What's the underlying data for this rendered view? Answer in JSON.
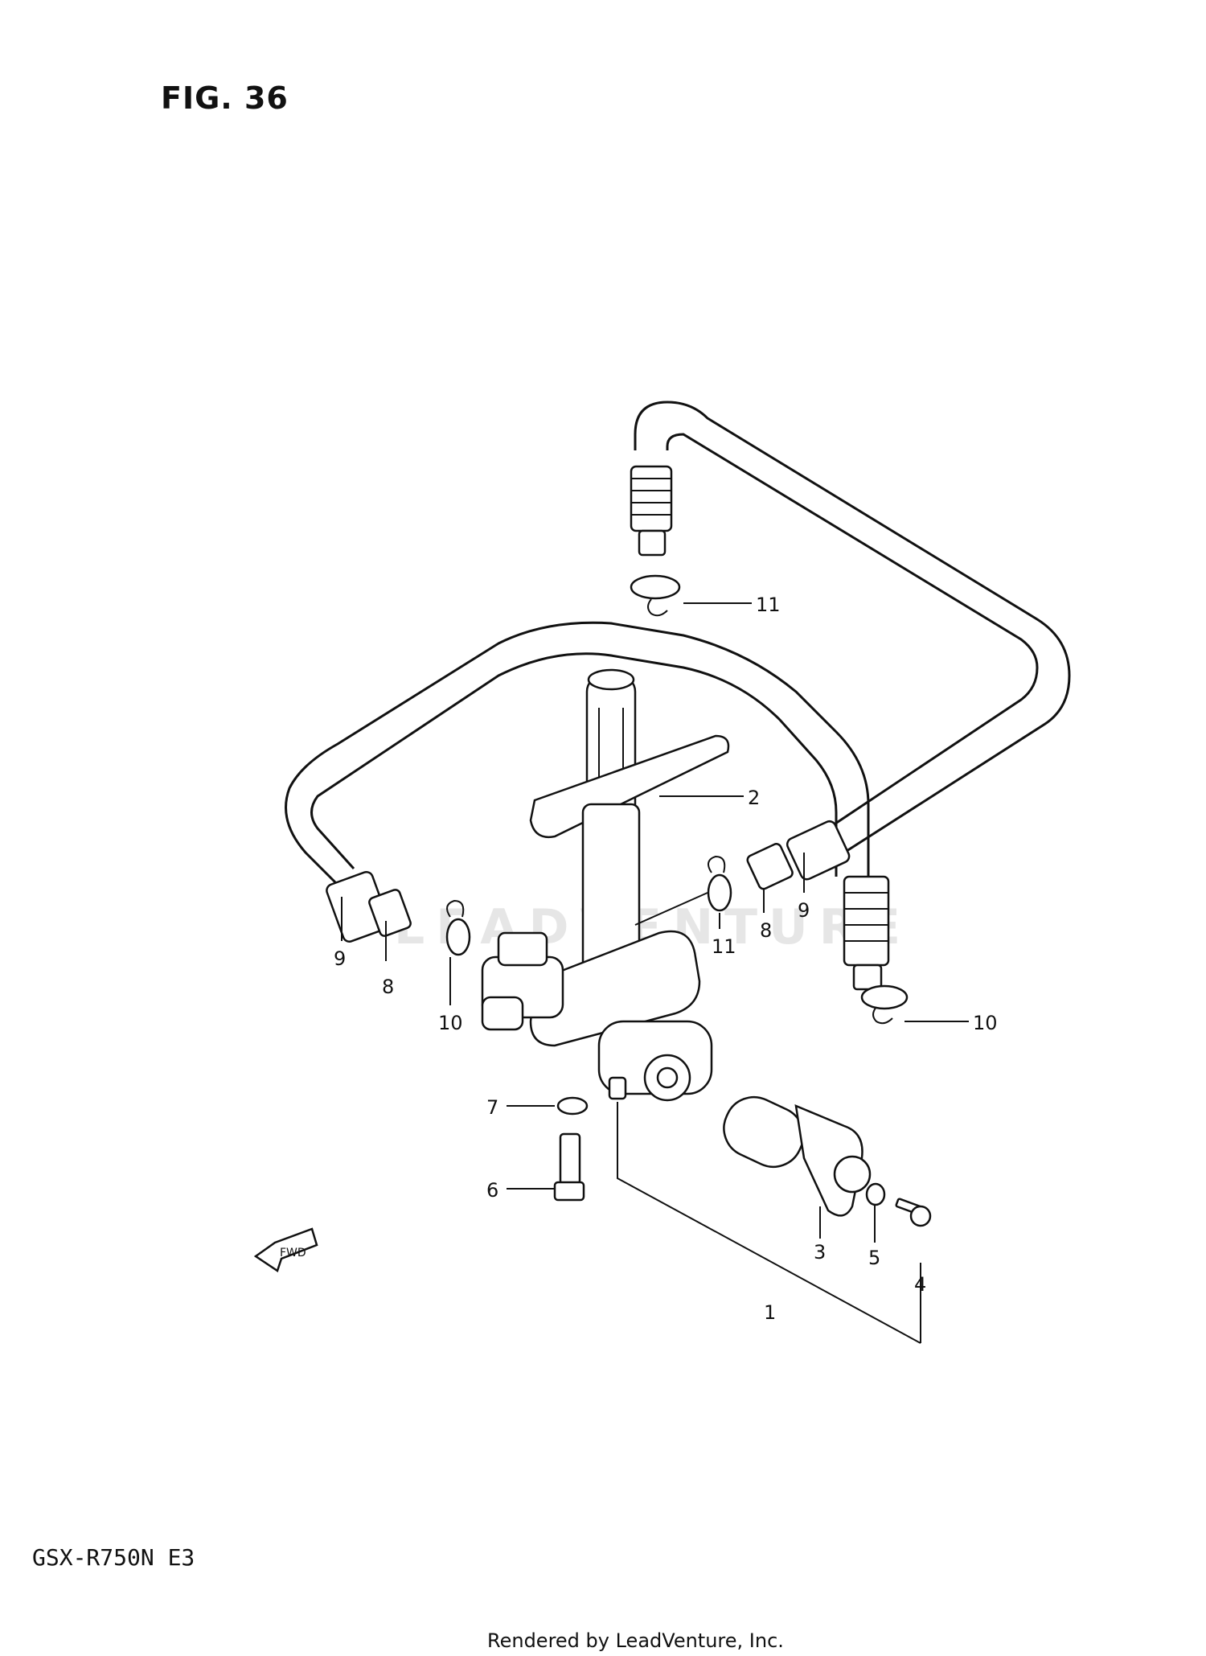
{
  "figure": {
    "title": "FIG. 36",
    "model": "GSX-R750N E3"
  },
  "watermark": "LEADVENTURE",
  "footer": "Rendered by LeadVenture, Inc.",
  "fwd_label": "FWD",
  "callouts": [
    "1",
    "2",
    "3",
    "4",
    "5",
    "6",
    "7",
    "8",
    "8",
    "9",
    "9",
    "10",
    "10",
    "11",
    "11"
  ]
}
